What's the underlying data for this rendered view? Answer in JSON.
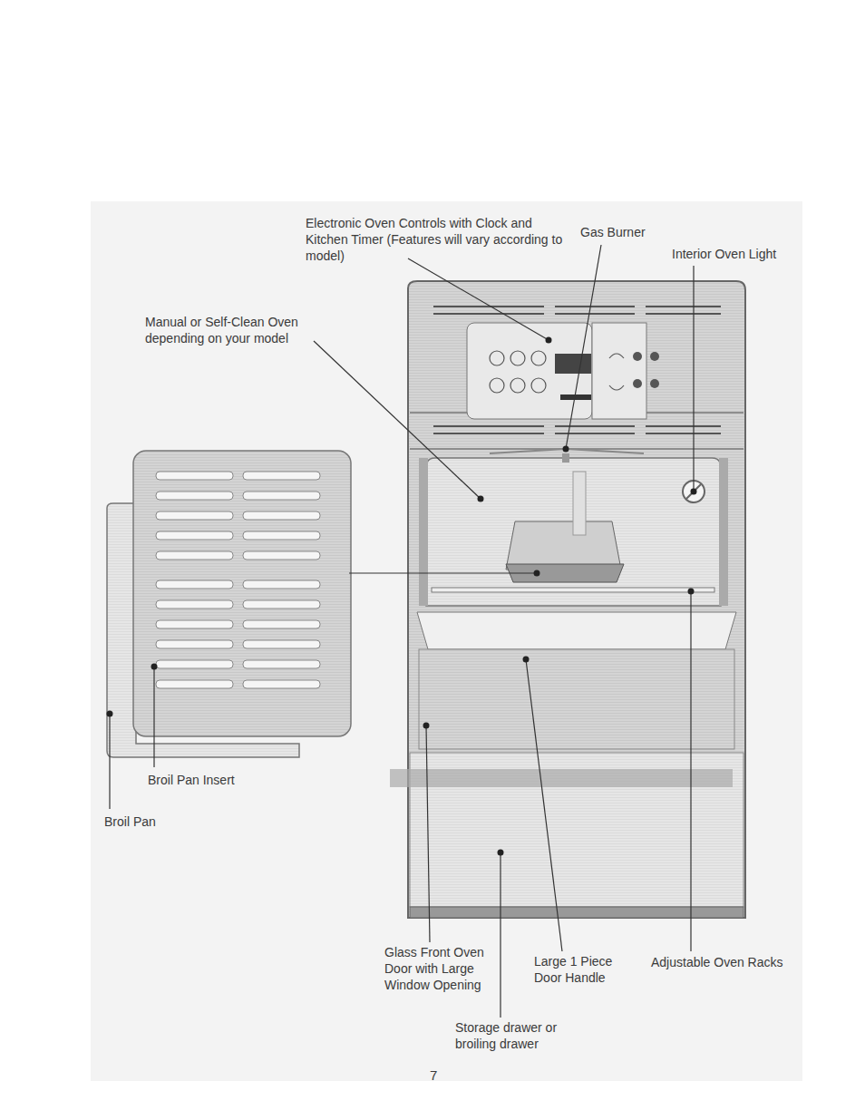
{
  "diagram": {
    "labels": [
      "Electronic Oven Controls with Clock and Kitchen Timer (Features will vary according to model)",
      "Gas Burner",
      "Interior Oven Light",
      "Manual or Self-Clean Oven depending on your model",
      "Broil Pan Insert",
      "Broil Pan",
      "Glass Front Oven Door with Large Window Opening",
      "Large 1 Piece Door Handle",
      "Adjustable Oven Racks",
      "Storage drawer or broiling drawer",
      "7"
    ]
  }
}
